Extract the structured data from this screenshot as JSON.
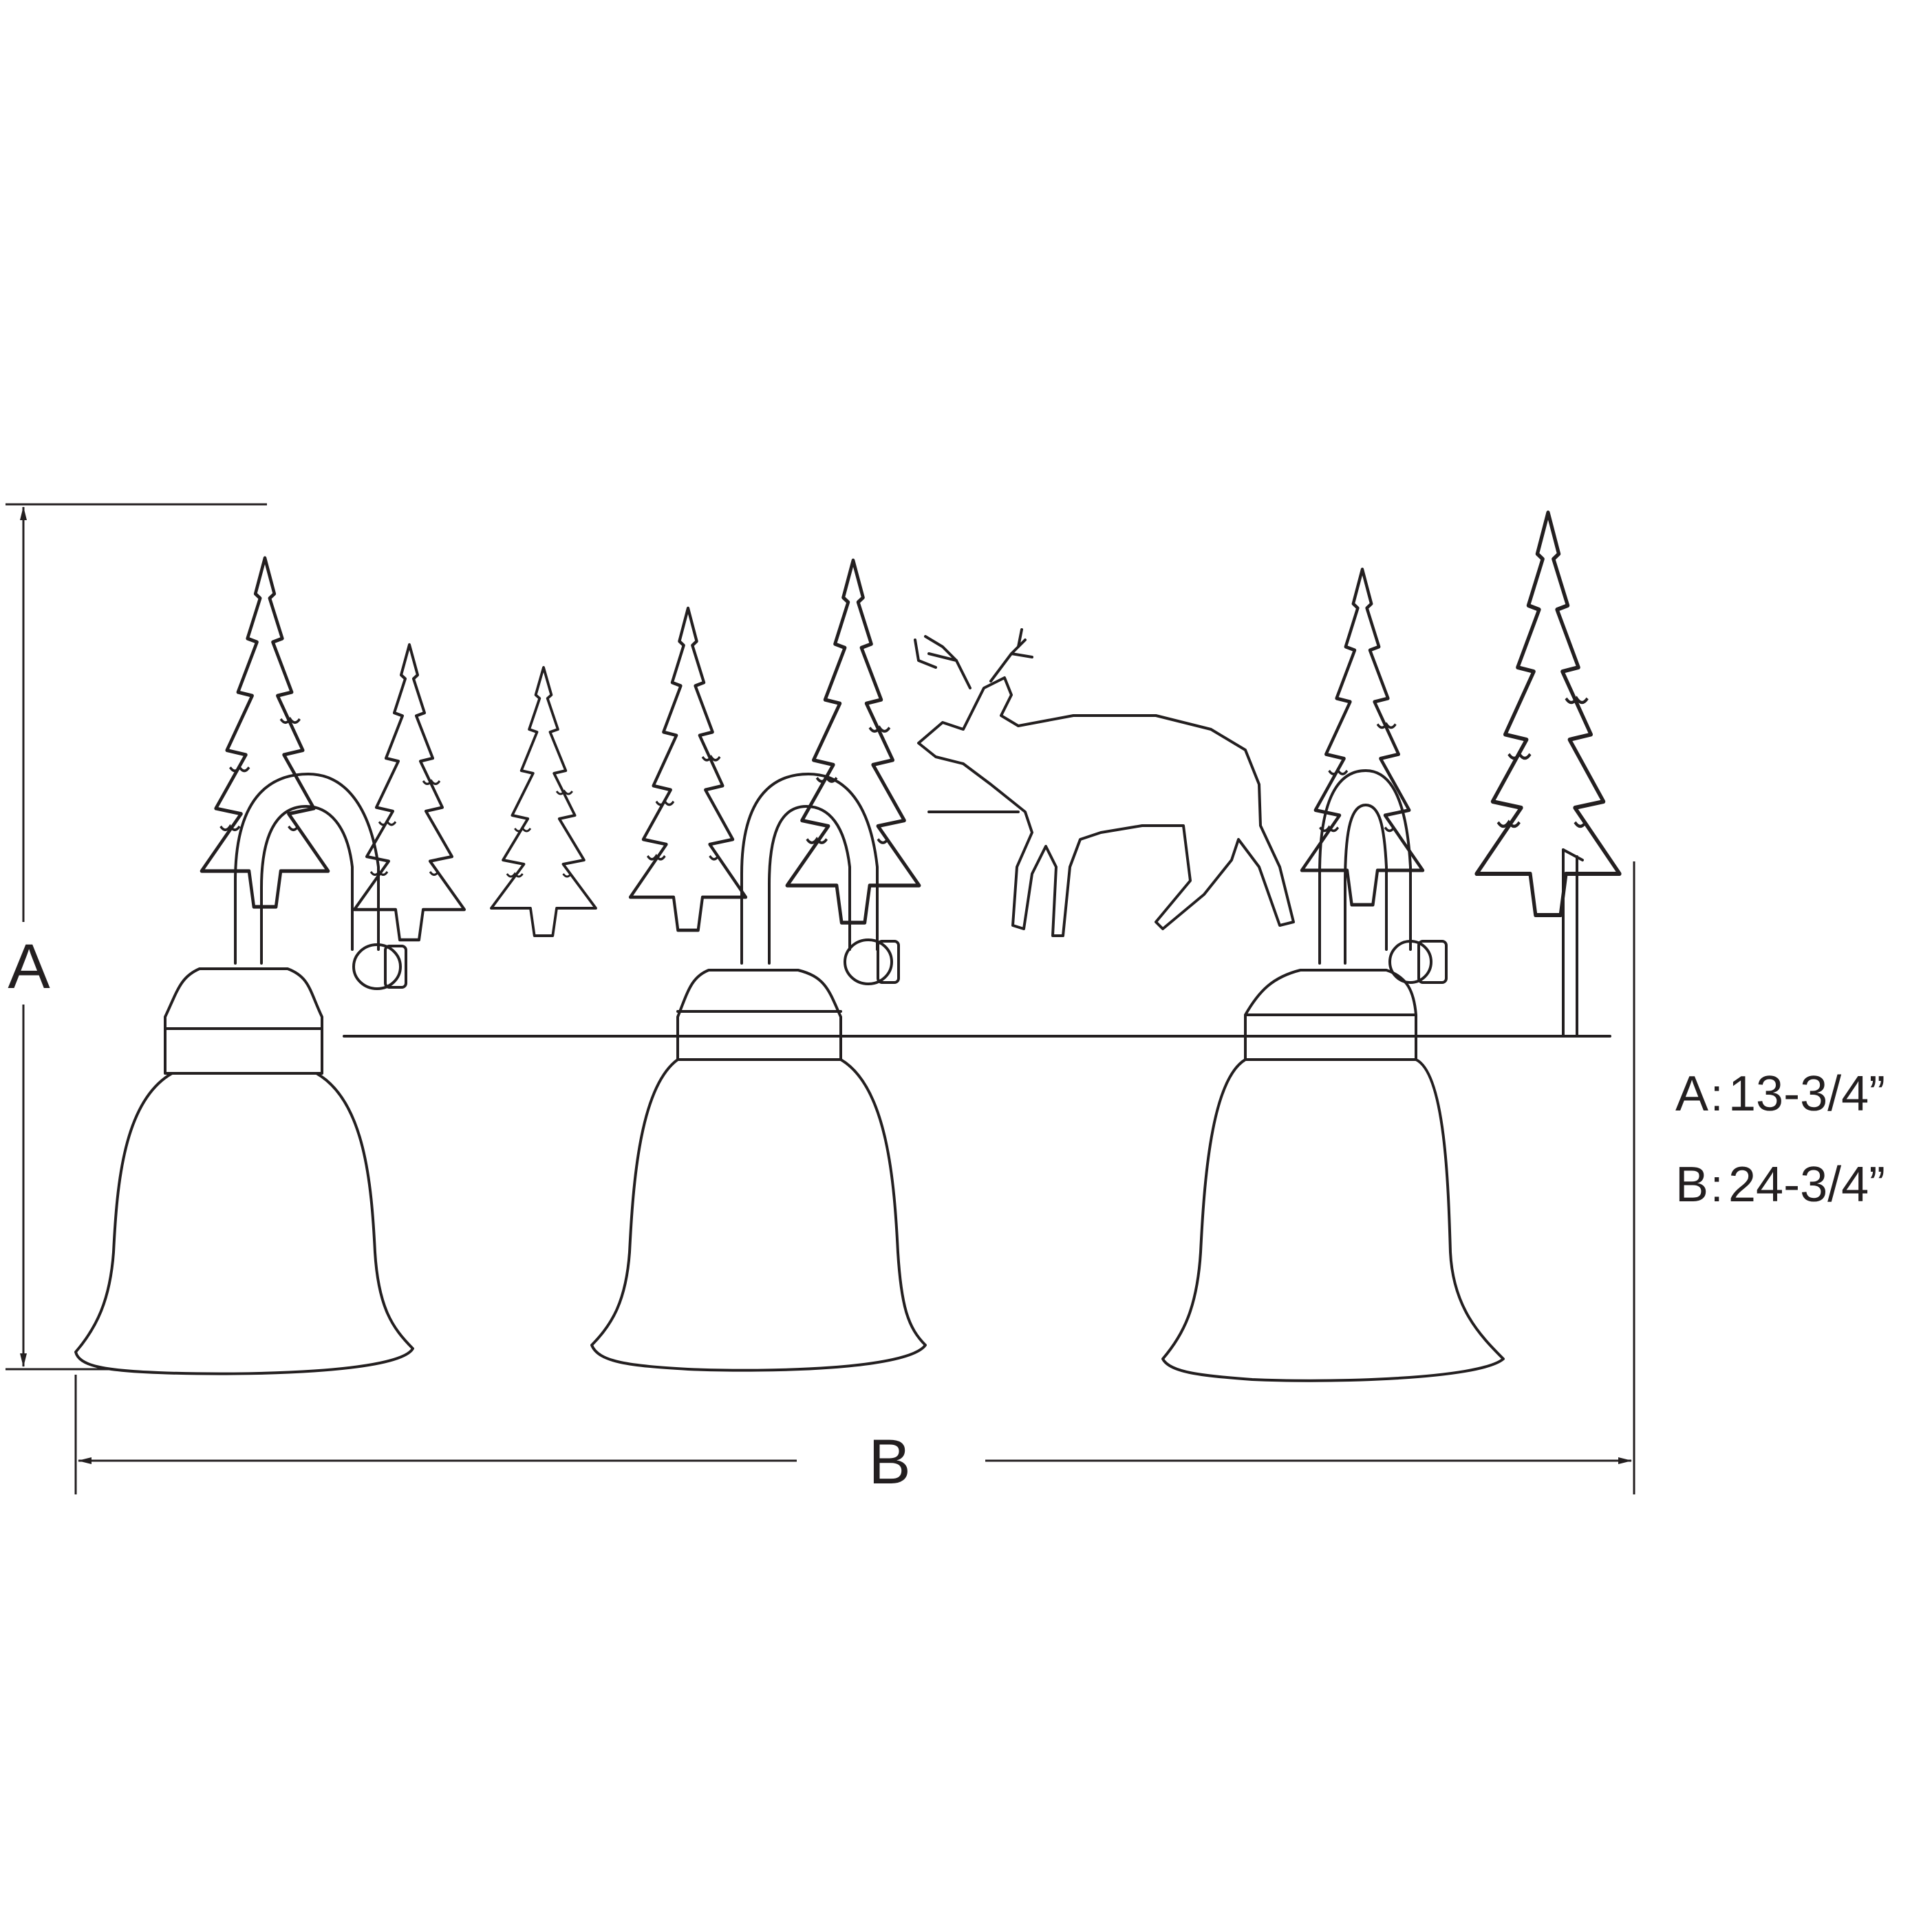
{
  "dimension_letters": {
    "height": "A",
    "width": "B"
  },
  "specs": [
    {
      "letter": "A",
      "separator": ":",
      "value": "13-3/4”"
    },
    {
      "letter": "B",
      "separator": ":",
      "value": "24-3/4”"
    }
  ],
  "colors": {
    "line": "#231f20",
    "background": "#ffffff"
  }
}
